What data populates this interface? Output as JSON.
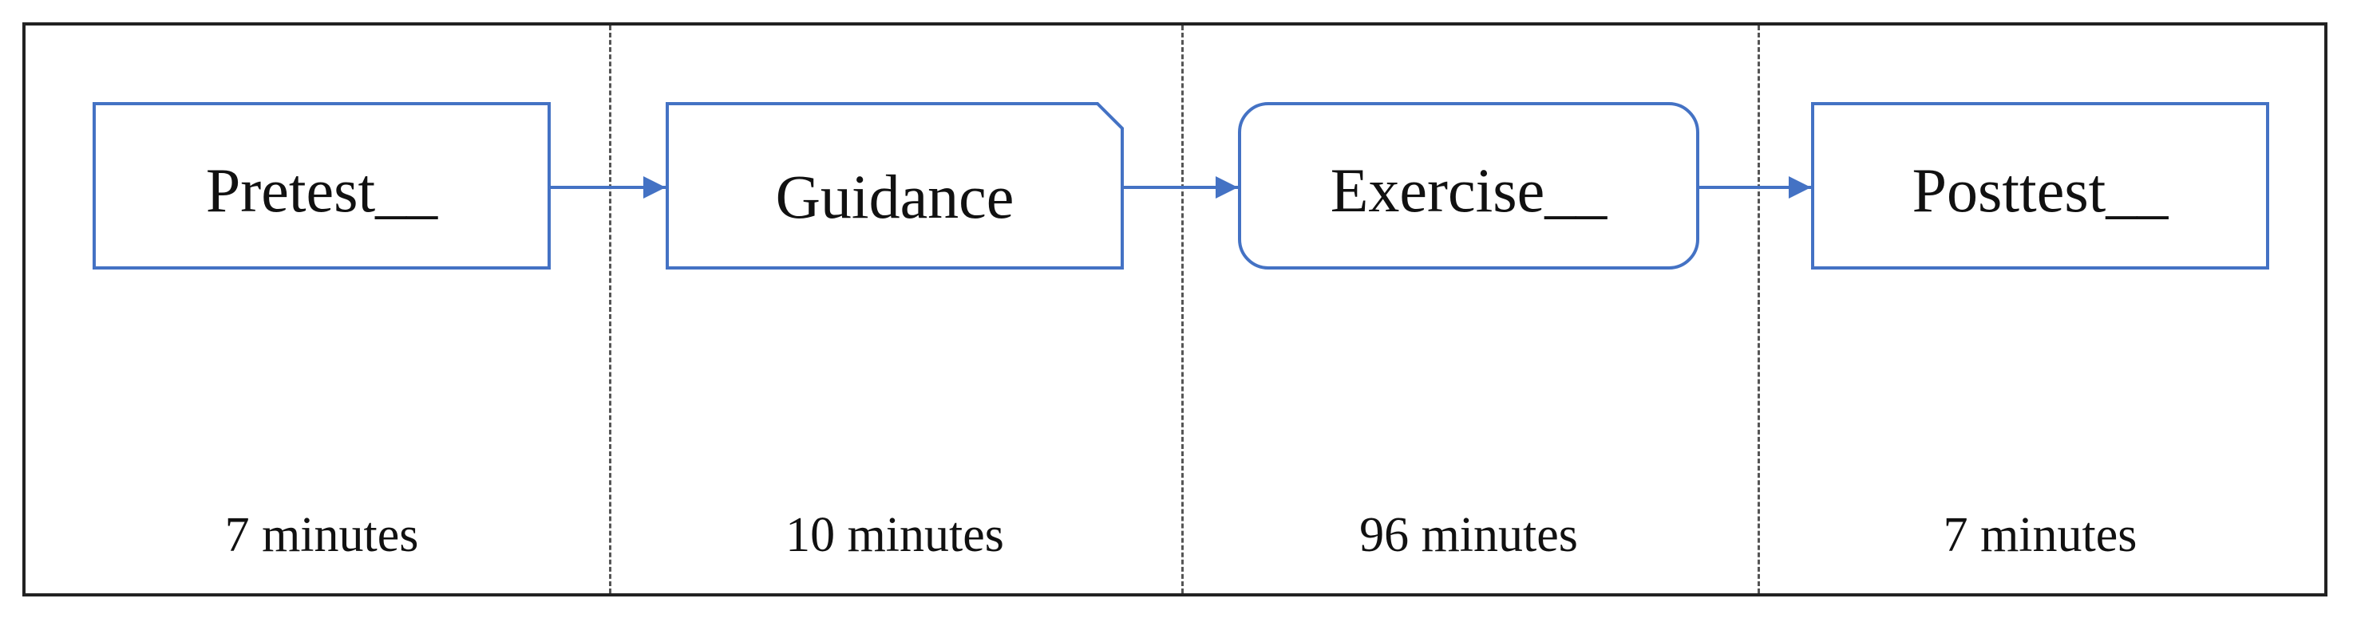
{
  "steps": [
    {
      "label": "Pretest__",
      "duration": "7 minutes",
      "shape": "rectangle"
    },
    {
      "label": "Guidance",
      "duration": "10 minutes",
      "shape": "snipped-corner-rectangle"
    },
    {
      "label": "Exercise__",
      "duration": "96 minutes",
      "shape": "rounded-rectangle"
    },
    {
      "label": "Posttest__",
      "duration": "7 minutes",
      "shape": "rectangle"
    }
  ],
  "colors": {
    "box_stroke": "#4472C4",
    "arrow": "#4472C4",
    "frame": "#222222",
    "divider": "#555555",
    "text": "#111111"
  }
}
